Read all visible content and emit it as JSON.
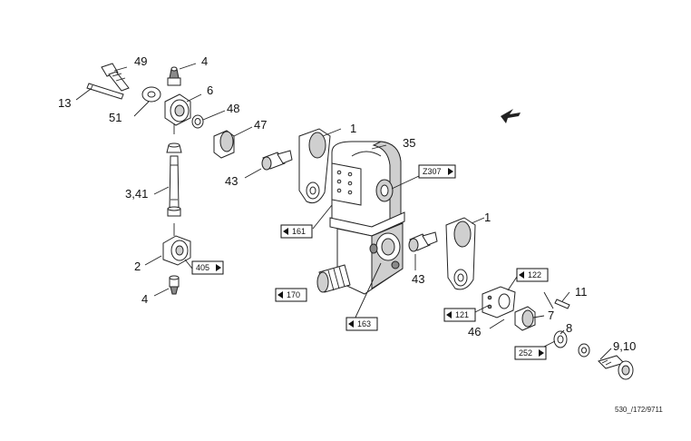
{
  "labels": {
    "l49": "49",
    "l4a": "4",
    "l13": "13",
    "l6": "6",
    "l51": "51",
    "l48": "48",
    "l47": "47",
    "l1a": "1",
    "l35": "35",
    "l43a": "43",
    "l341": "3,41",
    "l2": "2",
    "l4b": "4",
    "l1b": "1",
    "l43b": "43",
    "l11": "11",
    "l7": "7",
    "l46": "46",
    "l8": "8",
    "l910": "9,10"
  },
  "refs": {
    "r405": "405",
    "r161": "161",
    "rz307": "Z307",
    "r170": "170",
    "r163": "163",
    "r122": "122",
    "r121": "121",
    "r252": "252"
  },
  "drawing_code": "530_/172/9711"
}
